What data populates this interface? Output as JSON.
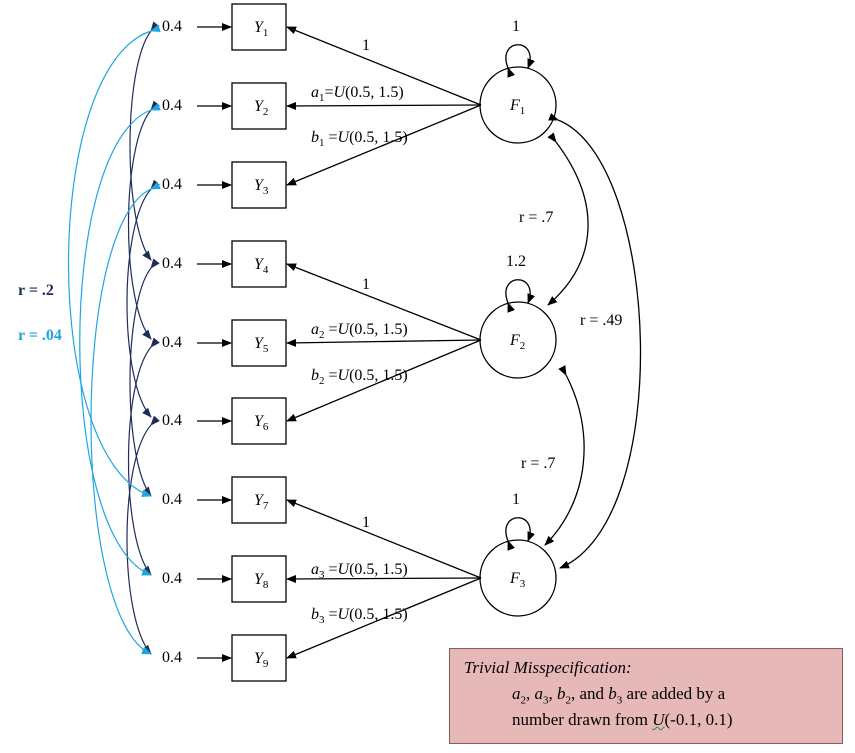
{
  "observed": [
    {
      "name": "Y",
      "sub": "1",
      "error_variance": "0.4"
    },
    {
      "name": "Y",
      "sub": "2",
      "error_variance": "0.4"
    },
    {
      "name": "Y",
      "sub": "3",
      "error_variance": "0.4"
    },
    {
      "name": "Y",
      "sub": "4",
      "error_variance": "0.4"
    },
    {
      "name": "Y",
      "sub": "5",
      "error_variance": "0.4"
    },
    {
      "name": "Y",
      "sub": "6",
      "error_variance": "0.4"
    },
    {
      "name": "Y",
      "sub": "7",
      "error_variance": "0.4"
    },
    {
      "name": "Y",
      "sub": "8",
      "error_variance": "0.4"
    },
    {
      "name": "Y",
      "sub": "9",
      "error_variance": "0.4"
    }
  ],
  "factors": [
    {
      "name": "F",
      "sub": "1",
      "variance": "1",
      "loadings": [
        {
          "text": "1"
        },
        {
          "pre": "a",
          "sub": "1",
          "post": "=U(0.5, 1.5)"
        },
        {
          "pre": "b",
          "sub": "1",
          "post": " =U(0.5, 1.5)"
        }
      ]
    },
    {
      "name": "F",
      "sub": "2",
      "variance": "1.2",
      "loadings": [
        {
          "text": "1"
        },
        {
          "pre": "a",
          "sub": "2",
          "post": " =U(0.5, 1.5)"
        },
        {
          "pre": "b",
          "sub": "2",
          "post": " =U(0.5, 1.5)"
        }
      ]
    },
    {
      "name": "F",
      "sub": "3",
      "variance": "1",
      "loadings": [
        {
          "text": "1"
        },
        {
          "pre": "a",
          "sub": "3",
          "post": " =U(0.5, 1.5)"
        },
        {
          "pre": "b",
          "sub": "3",
          "post": " =U(0.5, 1.5)"
        }
      ]
    }
  ],
  "factor_correlations": {
    "f1_f2": "r = .7",
    "f2_f3": "r = .7",
    "f1_f3": "r = .49"
  },
  "error_correlations": {
    "strong_label": "r = .2",
    "weak_label": "r = .04",
    "strong_color": "#1f2d5a",
    "weak_color": "#1fa6e0"
  },
  "note": {
    "title": "Trivial Misspecification:",
    "line1_parts": [
      "a",
      "2",
      ", ",
      "a",
      "3",
      ", ",
      "b",
      "2",
      ", and ",
      "b",
      "3",
      " are added by a"
    ],
    "line2_pre": "number drawn from ",
    "line2_u": "U",
    "line2_post": "(-0.1, 0.1)"
  }
}
